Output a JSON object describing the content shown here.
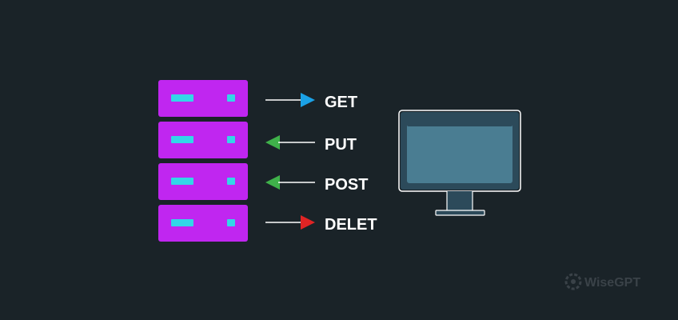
{
  "colors": {
    "background": "#1a2328",
    "server_unit": "#c026f0",
    "server_slot": "#33d6e8",
    "arrow_line": "#ffffff",
    "get_arrow": "#1ba1e6",
    "put_arrow": "#3fb24a",
    "post_arrow": "#3fb24a",
    "delete_arrow": "#e02424",
    "monitor_frame": "#2c4a5a",
    "monitor_screen": "#4a7d92",
    "monitor_outline": "#ffffff",
    "watermark": "#3a4248"
  },
  "methods": [
    {
      "label": "GET",
      "direction": "to-client",
      "color_key": "get_arrow"
    },
    {
      "label": "PUT",
      "direction": "to-server",
      "color_key": "put_arrow"
    },
    {
      "label": "POST",
      "direction": "to-server",
      "color_key": "post_arrow"
    },
    {
      "label": "DELET",
      "direction": "to-client",
      "color_key": "delete_arrow"
    }
  ],
  "brand": {
    "name": "WiseGPT",
    "icon": "wisegpt-logo-icon"
  }
}
